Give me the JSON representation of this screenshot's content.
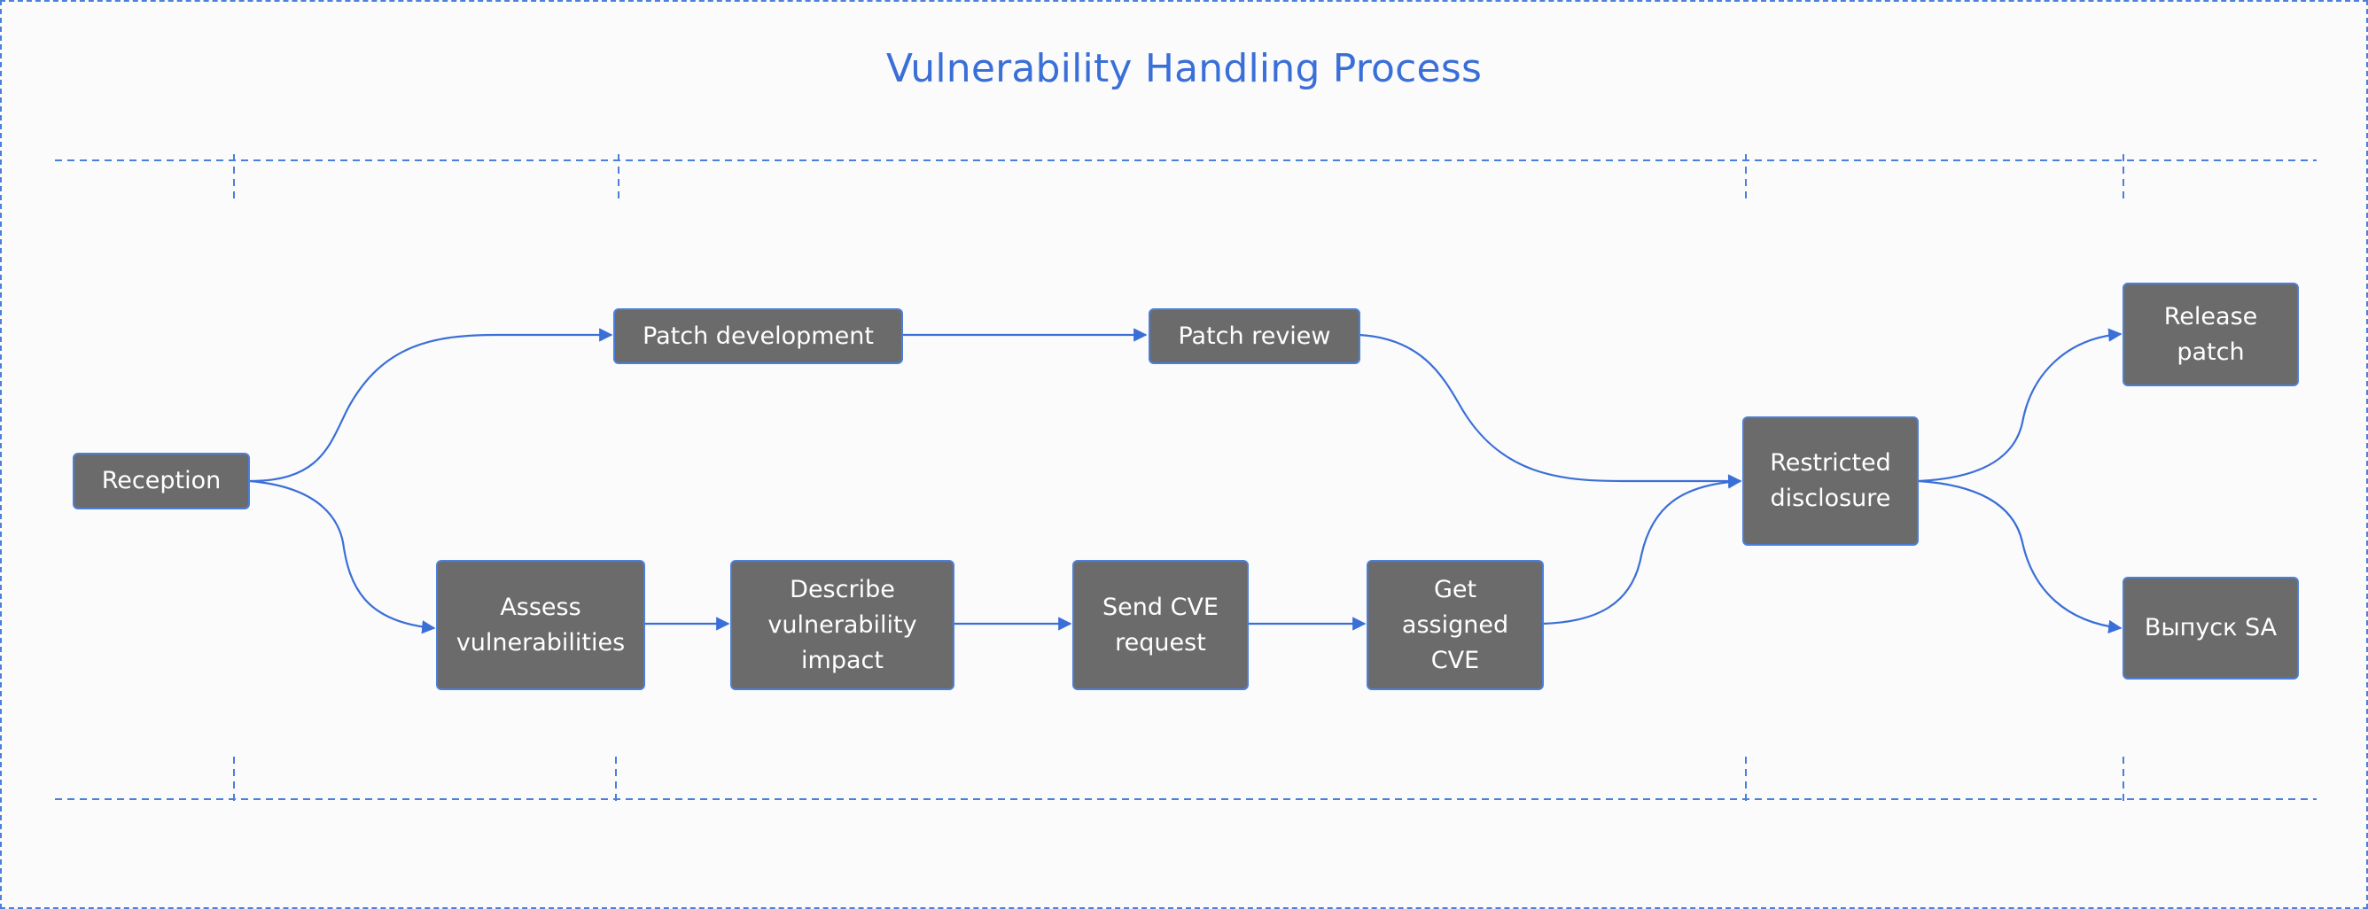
{
  "title": "Vulnerability Handling Process",
  "colors": {
    "accent": "#3a6fd8",
    "node_fill": "#6b6b6b",
    "node_border": "#4a7fdc",
    "node_text": "#ffffff",
    "background": "#fbfbfb"
  },
  "nodes": {
    "reception": "Reception",
    "patch_development": "Patch development",
    "patch_review": "Patch review",
    "assess": "Assess\nvulnerabilities",
    "describe": "Describe\nvulnerability\nimpact",
    "send_cve": "Send CVE\nrequest",
    "get_cve": "Get\nassigned\nCVE",
    "restricted": "Restricted\ndisclosure",
    "release_patch": "Release\npatch",
    "release_sa": "Выпуск SA"
  }
}
